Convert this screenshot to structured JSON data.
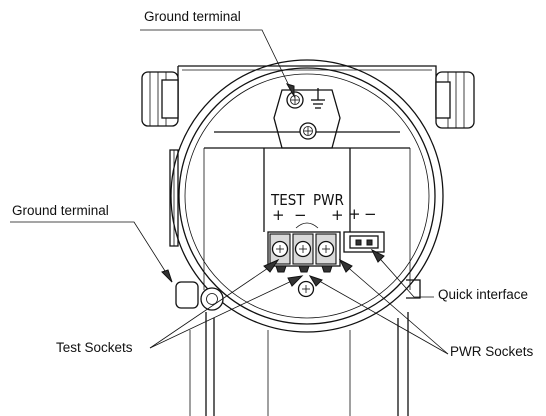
{
  "labels": {
    "ground_terminal_top": "Ground terminal",
    "ground_terminal_left": "Ground terminal",
    "quick_interface": "Quick interface",
    "test_sockets": "Test Sockets",
    "pwr_sockets": "PWR Sockets"
  },
  "markings": {
    "test": "TEST",
    "pwr": "PWR",
    "plus": "+",
    "minus": "−"
  },
  "colors": {
    "line": "#111111",
    "background": "#ffffff"
  }
}
